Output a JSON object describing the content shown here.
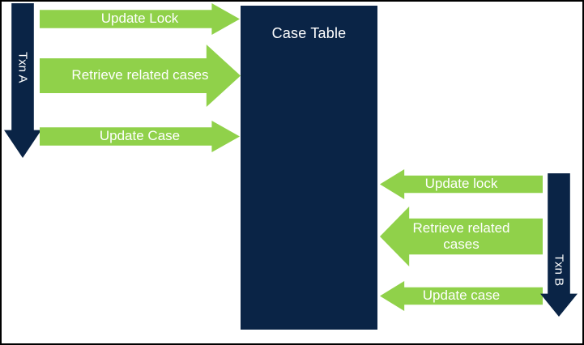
{
  "diagram": {
    "title": "Case Table",
    "colors": {
      "navy": "#0a2446",
      "green": "#90d14a",
      "text": "#ffffff",
      "border": "#000000"
    },
    "transaction_a": {
      "label": "Txn A",
      "arrows": {
        "0": "Update Lock",
        "1": "Retrieve related cases",
        "2": "Update Case"
      }
    },
    "transaction_b": {
      "label": "Txn B",
      "arrows": {
        "0": "Update lock",
        "1": "Retrieve related cases",
        "2": "Update case"
      }
    }
  }
}
